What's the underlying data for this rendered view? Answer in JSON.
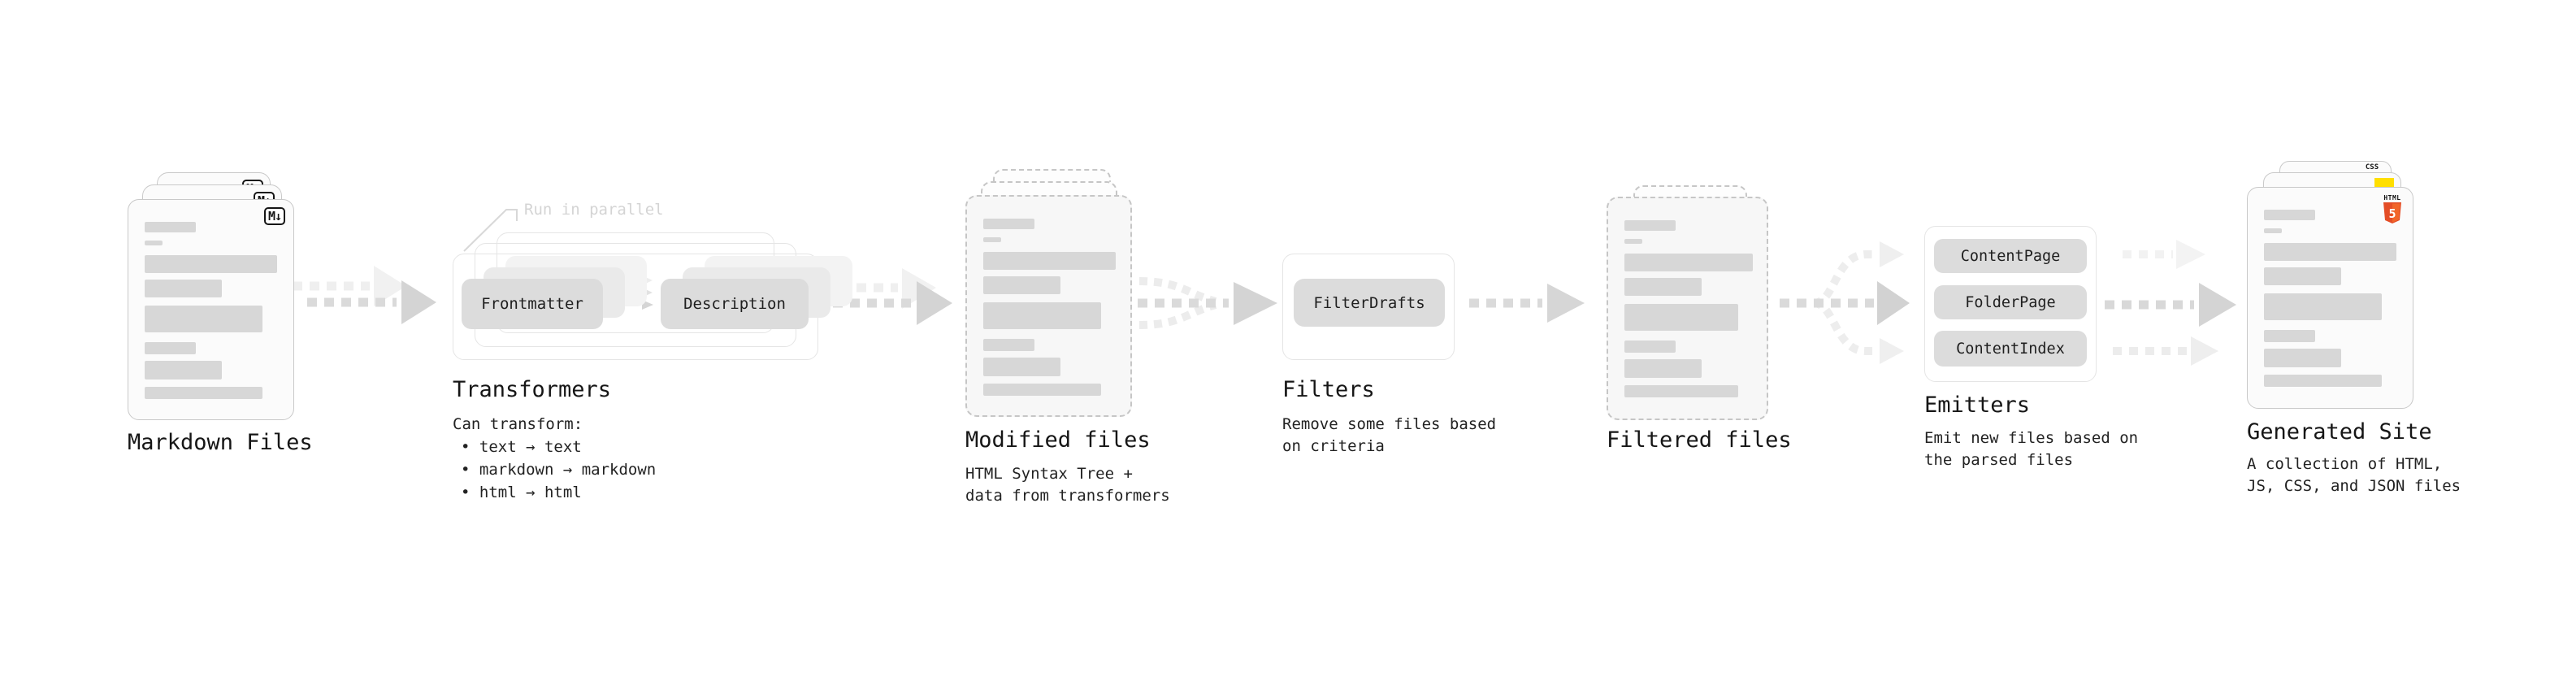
{
  "stages": {
    "markdown_files": {
      "title": "Markdown Files",
      "file_icon": "M↓"
    },
    "transformers": {
      "annotation": "Run in parallel",
      "node_from": "Frontmatter",
      "node_to": "Description",
      "title": "Transformers",
      "subtitle": "Can transform:",
      "bullets": [
        "• text → text",
        "• markdown → markdown",
        "• html → html"
      ]
    },
    "modified_files": {
      "title": "Modified files",
      "description_line1": "HTML Syntax Tree +",
      "description_line2": "data from transformers"
    },
    "filters": {
      "title": "Filters",
      "node": "FilterDrafts",
      "description_line1": "Remove some files based",
      "description_line2": "on criteria"
    },
    "filtered_files": {
      "title": "Filtered files"
    },
    "emitters": {
      "title": "Emitters",
      "nodes": [
        "ContentPage",
        "FolderPage",
        "ContentIndex"
      ],
      "description_line1": "Emit new files based on",
      "description_line2": "the parsed files"
    },
    "generated_site": {
      "title": "Generated Site",
      "description_line1": "A collection of HTML,",
      "description_line2": "JS, CSS, and JSON files",
      "css_icon_label": "CSS",
      "html_icon_label": "HTML",
      "html_icon_badge": "5"
    }
  },
  "colors": {
    "css_blue": "#2962f1",
    "js_yellow": "#ffdf00",
    "html_orange": "#e44d26",
    "html_orange_light": "#f16529",
    "arrow_gray": "#d4d4d4",
    "arrow_ghost_gray": "#efefef",
    "bar_gray": "#d7d7d7",
    "node_gray": "#dcdcdc"
  }
}
